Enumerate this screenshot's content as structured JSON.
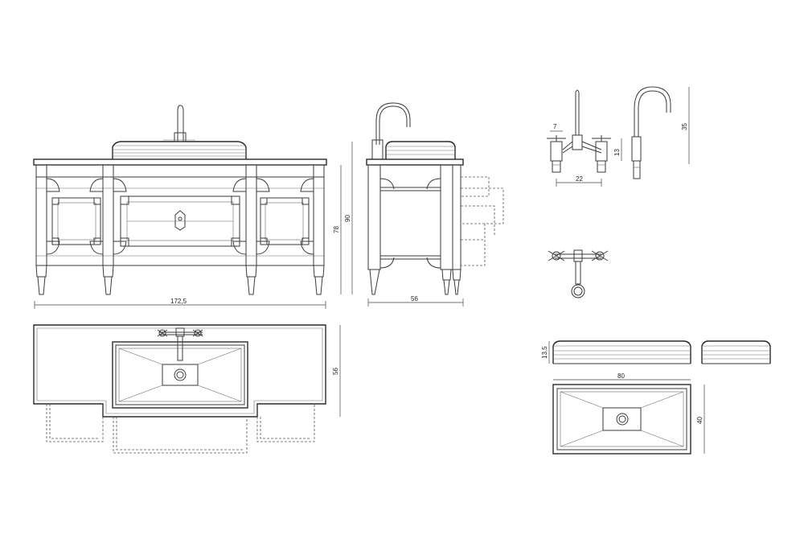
{
  "dimensions": {
    "vanity_width": "172,5",
    "vanity_height": "78",
    "vanity_total_height": "90",
    "side_depth": "56",
    "plan_depth": "56",
    "tap_spread": "22",
    "tap_handle": "7",
    "tap_body_height": "13",
    "spout_height": "35",
    "basin_height": "13,5",
    "basin_width": "80",
    "basin_depth": "40"
  }
}
